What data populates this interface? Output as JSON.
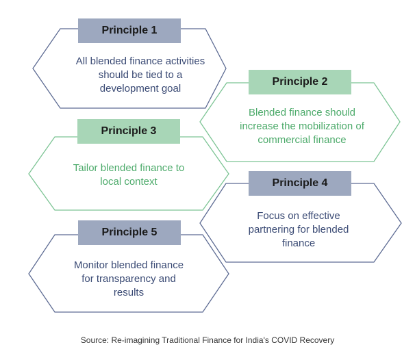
{
  "colors": {
    "blue_label_bg": "#9da8bf",
    "green_label_bg": "#a8d6b7",
    "blue_stroke": "#5d6b93",
    "green_stroke": "#7cc494",
    "blue_text": "#3a4a74",
    "green_text": "#4caa6a"
  },
  "principles": [
    {
      "label": "Principle 1",
      "text": "All blended finance activities should be tied to a development goal"
    },
    {
      "label": "Principle 2",
      "text": "Blended finance should increase the mobilization of commercial finance"
    },
    {
      "label": "Principle 3",
      "text": "Tailor blended finance to local context"
    },
    {
      "label": "Principle 4",
      "text": "Focus on effective partnering for blended finance"
    },
    {
      "label": "Principle 5",
      "text": "Monitor blended finance for transparency and results"
    }
  ],
  "source": "Source: Re-imagining Traditional Finance for India's COVID Recovery"
}
